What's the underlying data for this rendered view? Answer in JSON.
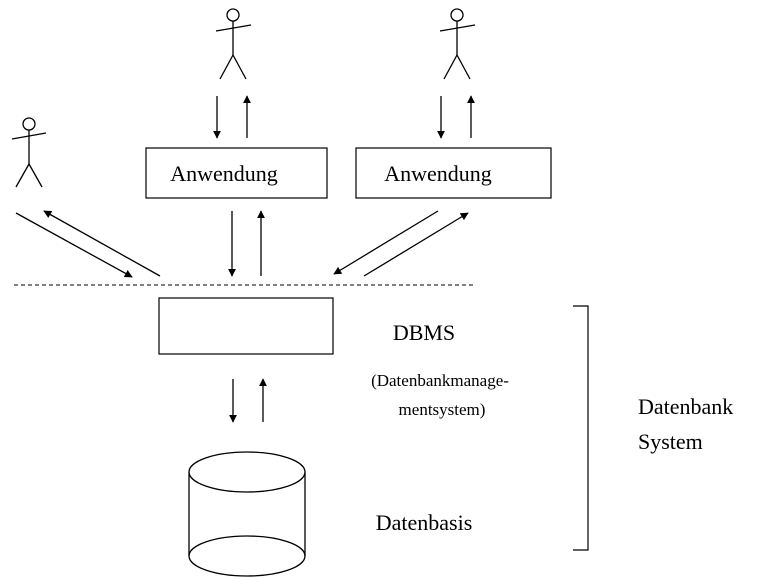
{
  "boxes": {
    "app_left": "Anwendung",
    "app_right": "Anwendung"
  },
  "labels": {
    "dbms": "DBMS",
    "dbms_desc_line1": "(Datenbankmanage-",
    "dbms_desc_line2": "mentsystem)",
    "database": "Datenbasis",
    "system_line1": "Datenbank",
    "system_line2": "System"
  },
  "actors": [
    "user-left",
    "user-top-middle",
    "user-top-right"
  ],
  "colors": {
    "stroke": "#000000",
    "background": "#ffffff"
  }
}
